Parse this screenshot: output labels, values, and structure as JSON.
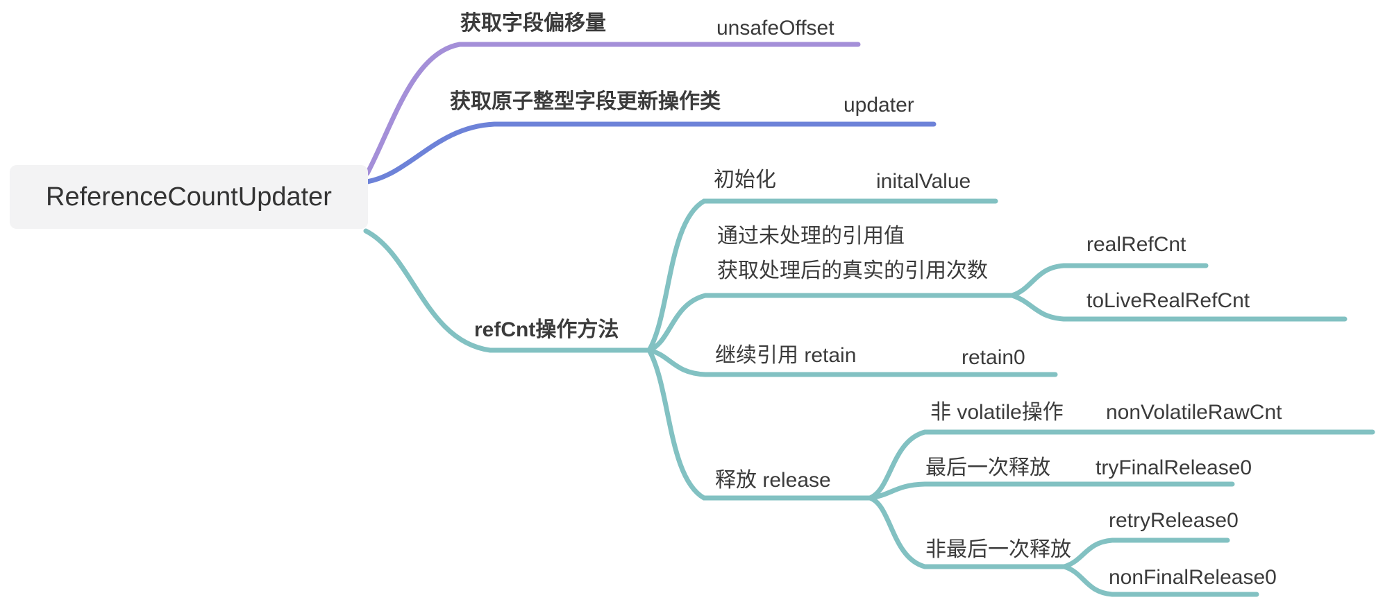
{
  "colors": {
    "branch_offset": "#a48fd8",
    "branch_updater": "#6d82d8",
    "branch_refcnt": "#82c1c2",
    "root_bg": "#f3f3f4",
    "text": "#3b3b3b"
  },
  "root": {
    "label": "ReferenceCountUpdater"
  },
  "branches": [
    {
      "label": "获取字段偏移量",
      "code": "unsafeOffset"
    },
    {
      "label": "获取原子整型字段更新操作类",
      "code": "updater"
    },
    {
      "label": "refCnt操作方法",
      "children": [
        {
          "label": "初始化",
          "code": "initalValue"
        },
        {
          "label_line1": "通过未处理的引用值",
          "label_line2": "获取处理后的真实的引用次数",
          "children": [
            {
              "code": "realRefCnt"
            },
            {
              "code": "toLiveRealRefCnt"
            }
          ]
        },
        {
          "label": "继续引用 retain",
          "code": "retain0"
        },
        {
          "label": "释放 release",
          "children": [
            {
              "label": "非 volatile操作",
              "code": "nonVolatileRawCnt"
            },
            {
              "label": "最后一次释放",
              "code": "tryFinalRelease0"
            },
            {
              "label": "非最后一次释放",
              "children": [
                {
                  "code": "retryRelease0"
                },
                {
                  "code": "nonFinalRelease0"
                }
              ]
            }
          ]
        }
      ]
    }
  ]
}
